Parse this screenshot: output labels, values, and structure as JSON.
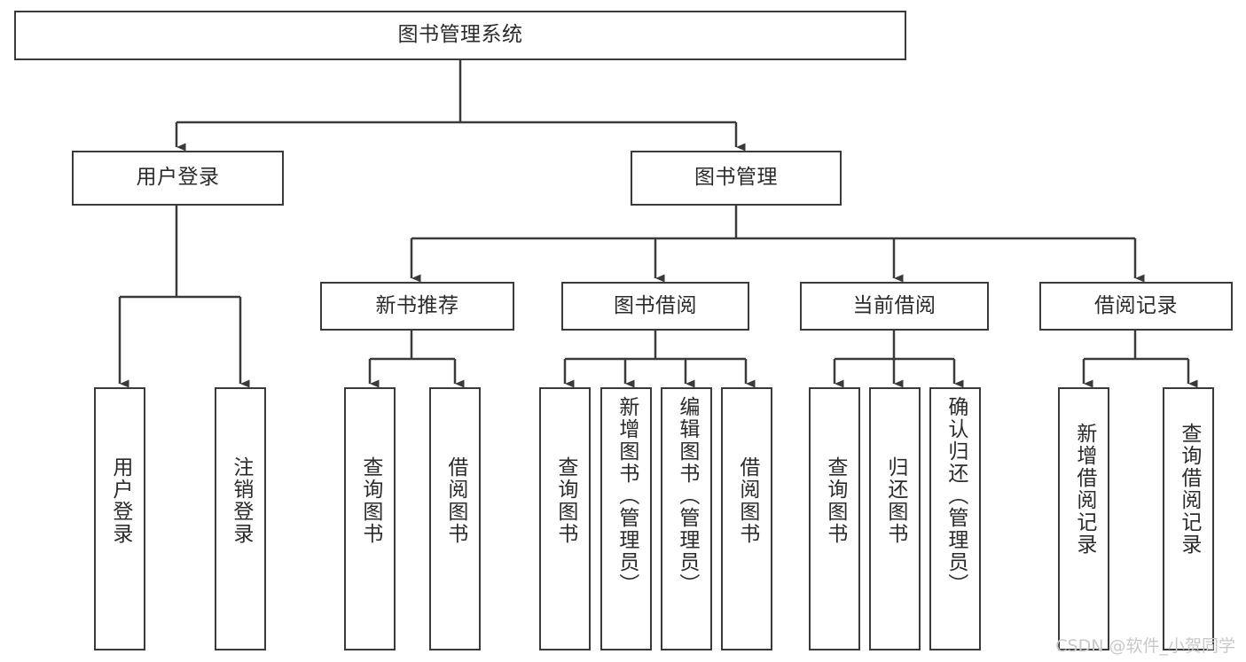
{
  "diagram": {
    "type": "tree-hierarchy",
    "title": "图书管理系统",
    "orientation": "top-down",
    "colors": {
      "box_border": "#3a3a3a",
      "box_fill": "#ffffff",
      "text": "#2b2b2b",
      "edge": "#3a3a3a",
      "watermark": "#c8c8c8",
      "background": "#ffffff"
    }
  },
  "watermark": {
    "text": "CSDN @软件_小贺同学"
  },
  "nodes": {
    "root": {
      "label": "图书管理系统"
    },
    "level2": [
      {
        "id": "user-login",
        "label": "用户登录"
      },
      {
        "id": "book-manage",
        "label": "图书管理"
      }
    ],
    "level3": [
      {
        "id": "new-book-recommend",
        "label": "新书推荐"
      },
      {
        "id": "book-borrow",
        "label": "图书借阅"
      },
      {
        "id": "current-borrow",
        "label": "当前借阅"
      },
      {
        "id": "borrow-record",
        "label": "借阅记录"
      }
    ],
    "leaves": [
      {
        "id": "leaf-user-login",
        "label": "用户登录",
        "parent": "user-login"
      },
      {
        "id": "leaf-logout-login",
        "label": "注销登录",
        "parent": "user-login"
      },
      {
        "id": "leaf-query-book-1",
        "label": "查询图书",
        "parent": "new-book-recommend"
      },
      {
        "id": "leaf-borrow-book-1",
        "label": "借阅图书",
        "parent": "new-book-recommend"
      },
      {
        "id": "leaf-query-book-2",
        "label": "查询图书",
        "parent": "book-borrow"
      },
      {
        "id": "leaf-add-book",
        "label": "新增图书（管理员）",
        "parent": "book-borrow"
      },
      {
        "id": "leaf-edit-book",
        "label": "编辑图书（管理员）",
        "parent": "book-borrow"
      },
      {
        "id": "leaf-borrow-book-2",
        "label": "借阅图书",
        "parent": "book-borrow"
      },
      {
        "id": "leaf-query-book-3",
        "label": "查询图书",
        "parent": "current-borrow"
      },
      {
        "id": "leaf-return-book",
        "label": "归还图书",
        "parent": "current-borrow"
      },
      {
        "id": "leaf-confirm-return",
        "label": "确认归还（管理员）",
        "parent": "current-borrow"
      },
      {
        "id": "leaf-add-record",
        "label": "新增借阅记录",
        "parent": "borrow-record"
      },
      {
        "id": "leaf-query-record",
        "label": "查询借阅记录",
        "parent": "borrow-record"
      }
    ]
  }
}
